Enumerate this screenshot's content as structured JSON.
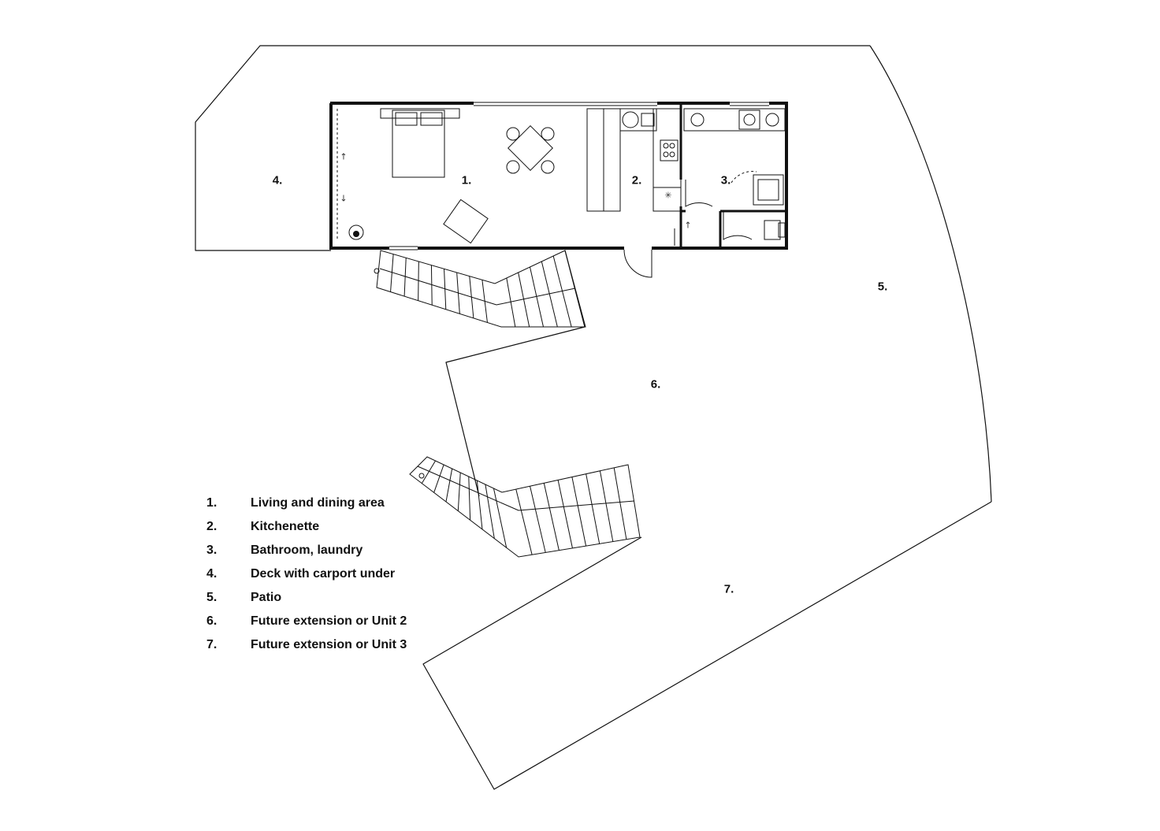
{
  "zones": [
    {
      "id": "1",
      "label": "1."
    },
    {
      "id": "2",
      "label": "2."
    },
    {
      "id": "3",
      "label": "3."
    },
    {
      "id": "4",
      "label": "4."
    },
    {
      "id": "5",
      "label": "5."
    },
    {
      "id": "6",
      "label": "6."
    },
    {
      "id": "7",
      "label": "7."
    }
  ],
  "legend": [
    {
      "num": "1.",
      "text": "Living and dining area"
    },
    {
      "num": "2.",
      "text": "Kitchenette"
    },
    {
      "num": "3.",
      "text": "Bathroom, laundry"
    },
    {
      "num": "4.",
      "text": "Deck with carport under"
    },
    {
      "num": "5.",
      "text": "Patio"
    },
    {
      "num": "6.",
      "text": "Future extension or Unit 2"
    },
    {
      "num": "7.",
      "text": "Future extension or Unit 3"
    }
  ],
  "colors": {
    "line": "#111111",
    "wall": "#111111",
    "background": "#ffffff"
  }
}
